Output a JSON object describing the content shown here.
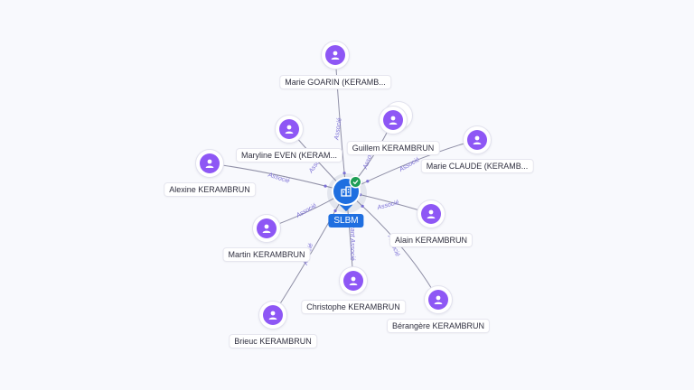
{
  "company": {
    "label": "SLBM",
    "icon": "building-icon",
    "status_icon": "check-icon",
    "color": "#1f6fe0",
    "status_color": "#1e9e55"
  },
  "person_color": "#8e57f5",
  "relations": [
    {
      "name": "Marie GOARIN (KERAMB...",
      "label": "Associé"
    },
    {
      "name": "Guillem KERAMBRUN",
      "label": "Associé"
    },
    {
      "name": "Maryline EVEN (KERAM...",
      "label": "Associé"
    },
    {
      "name": "Marie CLAUDE (KERAMB...",
      "label": "Associé"
    },
    {
      "name": "Alexine KERAMBRUN",
      "label": "Associé"
    },
    {
      "name": "Alain KERAMBRUN",
      "label": "Associé"
    },
    {
      "name": "Martin KERAMBRUN",
      "label": "Associé"
    },
    {
      "name": "Christophe KERAMBRUN",
      "label": "Gérant Associé"
    },
    {
      "name": "Bérangère KERAMBRUN",
      "label": "Associé"
    },
    {
      "name": "Brieuc KERAMBRUN",
      "label": "Associé"
    }
  ]
}
